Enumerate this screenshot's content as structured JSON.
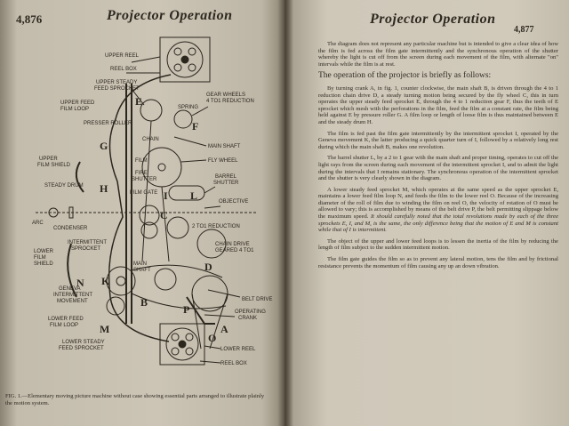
{
  "left_page": {
    "page_number": "4,876",
    "running_head": "Projector Operation",
    "figure": {
      "labels": {
        "upper_reel": "UPPER REEL",
        "reel_box_top": "REEL BOX",
        "upper_steady": "UPPER STEADY",
        "feed_sprocket": "FEED SPROCKET",
        "gear_wheels": "GEAR WHEELS",
        "reduction_4to1": "4 TO1 REDUCTION",
        "upper_feed": "UPPER FEED",
        "film_loop": "FILM LOOP",
        "spring": "SPRING",
        "presser_roller": "PRESSER ROLLER",
        "chain": "CHAIN",
        "main_shaft": "MAIN SHAFT",
        "upper": "UPPER",
        "film_shield": "FILM SHIELD",
        "film": "FILM",
        "fly_wheel": "FLY WHEEL",
        "fire": "FIRE",
        "shutter": "SHUTTER",
        "barrel": "BARREL",
        "shutter2": "SHUTTER",
        "steady_drum": "STEADY DRUM",
        "film_gate": "FILM GATE",
        "objective": "OBJECTIVE",
        "arc": "ARC",
        "condenser": "CONDENSER",
        "reduction_2to1": "2 TO1 REDUCTION",
        "intermittent": "INTERMITTENT",
        "sprocket": "SPROCKET",
        "chain_drive": "CHAIN DRIVE",
        "geared": "GEARED 4 TO1",
        "lower": "LOWER",
        "film2": "FILM",
        "shield": "SHIELD",
        "main": "MAIN",
        "shaft": "SHAFT",
        "geneva": "GENEVA",
        "intermittent2": "INTERMITTENT",
        "movement": "MOVEMENT",
        "belt_drive": "BELT DRIVE",
        "lower_feed": "LOWER FEED",
        "film_loop2": "FILM LOOP",
        "operating": "OPERATING",
        "crank": "CRANK",
        "lower_steady": "LOWER STEADY",
        "feed_sprocket2": "FEED SPROCKET",
        "lower_reel": "LOWER REEL",
        "reel_box_bottom": "REEL BOX",
        "E": "E",
        "F": "F",
        "A": "A",
        "H": "H",
        "I": "I",
        "L": "L",
        "G": "G",
        "C": "C",
        "D": "D",
        "B": "B",
        "N": "N",
        "K": "K",
        "M": "M",
        "P": "P",
        "O": "O"
      }
    },
    "caption": "FIG. 1.—Elementary moving picture machine without case showing essential parts arranged to illustrate plainly the motion system."
  },
  "right_page": {
    "page_number": "4,877",
    "running_head": "Projector Operation",
    "intro": "The diagram does not represent any particular machine but is intended to give a clear idea of how the film is fed across the film gate intermittently and the synchronous operation of the shutter whereby the light is cut off from the screen during each movement of the film, with alternate \"on\" intervals while the film is at rest.",
    "heading": "The operation of the projector is briefly as follows:",
    "p1": "By turning crank A, in fig. 1, counter clockwise, the main shaft B, is driven through the 4 to 1 reduction chain drive D, a steady turning motion being secured by the fly wheel C, this in turn operates the upper steady feed sprocket E, through the 4 to 1 reduction gear F, thus the teeth of E sprocket which mesh with the perforations in the film, feed the film at a constant rate, the film being held against E by pressure roller G. A film loop or length of loose film is thus maintained between E and the steady drum H.",
    "p2": "The film is fed past the film gate intermittently by the intermittent sprocket I, operated by the Geneva movement K, the latter producing a quick quarter turn of I, followed by a relatively long rest during which the main shaft B, makes one revolution.",
    "p3": "The barrel shutter L, by a 2 to 1 gear with the main shaft and proper timing, operates to cut off the light rays from the screen during each movement of the intermittent sprocket I, and to admit the light during the intervals that I remains stationary. The synchronous operation of the intermittent sprocket and the shutter is very clearly shown in the diagram.",
    "p4a": "A lower steady feed sprocket M, which operates at the same speed as the upper sprocket E, maintains a lower feed film loop N, and feeds the film to the lower reel O. Because of the increasing diameter of the roll of film due to winding the film on reel O, the velocity of rotation of O must be allowed to vary; this is accomplished by means of the belt drive P, the belt permitting slippage below the maximum speed.",
    "p4b": "It should carefully noted that the total revolutions made by each of the three sprockets E, I, and M, is the same, the only difference being that the motion of E and M is",
    "p4c": "constant while that of I is intermittent.",
    "p5": "The object of the upper and lower feed loops is to lessen the inertia of the film by reducing the length of film subject to the sudden intermittent motion.",
    "p6": "The film gate guides the film so as to prevent any lateral motion, tens the film and by frictional resistance prevents the momentum of film causing any up an down vibration."
  }
}
